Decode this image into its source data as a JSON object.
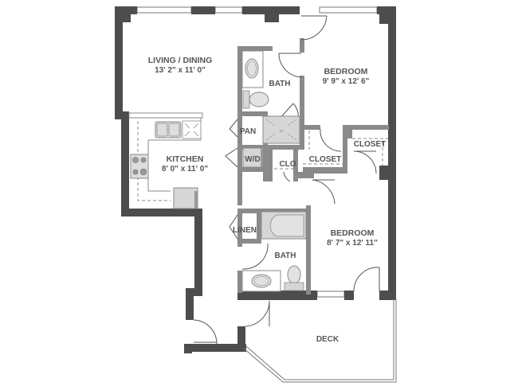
{
  "colors": {
    "exterior_wall": "#4d4d4d",
    "interior_wall": "#8a8a8a",
    "fixture_fill": "#d6d6d6",
    "fixture_stroke": "#8a8a8a",
    "label": "#555555",
    "background": "#ffffff"
  },
  "rooms": {
    "living_dining": {
      "name": "LIVING / DINING",
      "dimensions": "13' 2\" x 11' 0\""
    },
    "kitchen": {
      "name": "KITCHEN",
      "dimensions": "8' 0\" x 11' 0\""
    },
    "bath_master": {
      "name": "BATH"
    },
    "bedroom_master": {
      "name": "BEDROOM",
      "dimensions": "9' 9\" x 12' 6\""
    },
    "pantry": {
      "name": "PAN"
    },
    "washer_dryer": {
      "name": "W/D"
    },
    "clo": {
      "name": "CLO"
    },
    "closet_1": {
      "name": "CLOSET"
    },
    "closet_2": {
      "name": "CLOSET"
    },
    "linen": {
      "name": "LINEN"
    },
    "bath_2": {
      "name": "BATH"
    },
    "bedroom_2": {
      "name": "BEDROOM",
      "dimensions": "8' 7\" x 12' 11\""
    },
    "deck": {
      "name": "DECK"
    }
  }
}
